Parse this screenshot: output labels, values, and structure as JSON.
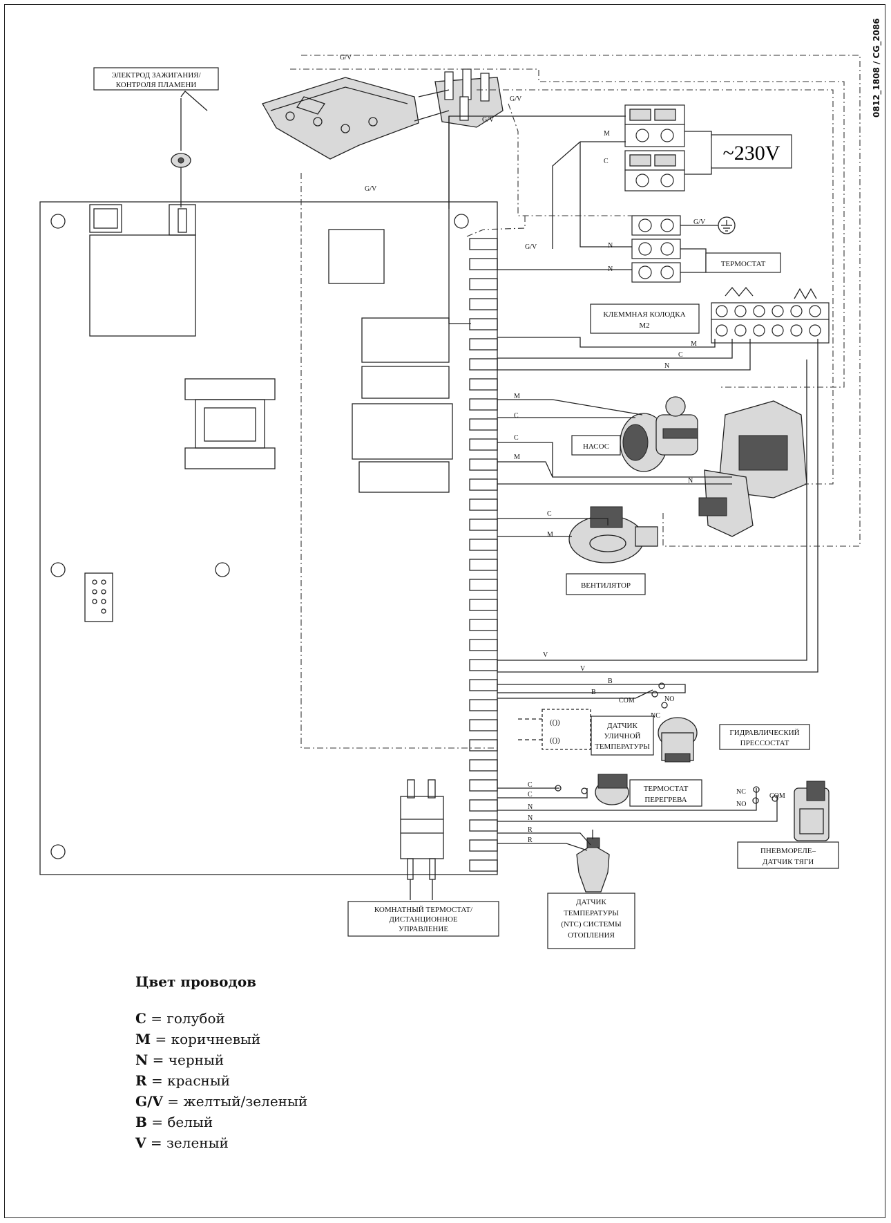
{
  "doc_id": "0812_1808 / CG_2086",
  "labels": {
    "electrode": [
      "ЭЛЕКТРОД ЗАЖИГАНИЯ/",
      "КОНТРОЛЯ ПЛАМЕНИ"
    ],
    "voltage": "~230V",
    "thermostat": "ТЕРМОСТАТ",
    "terminal_block": [
      "КЛЕММНАЯ КОЛОДКА",
      "М2"
    ],
    "pump": "НАСОС",
    "fan": "ВЕНТИЛЯТОР",
    "outdoor_sensor": [
      "ДАТЧИК",
      "УЛИЧНОЙ",
      "ТЕМПЕРАТУРЫ"
    ],
    "hydro_switch": [
      "ГИДРАВЛИЧЕСКИЙ",
      "ПРЕССОСТАТ"
    ],
    "overheat": [
      "ТЕРМОСТАТ",
      "ПЕРЕГРЕВА"
    ],
    "pneumo": [
      "ПНЕВМОРЕЛЕ–",
      "ДАТЧИК ТЯГИ"
    ],
    "room_thermostat": [
      "КОМНАТНЫЙ ТЕРМОСТАТ/",
      "ДИСТАНЦИОННОЕ",
      "УПРАВЛЕНИЕ"
    ],
    "ntc_sensor": [
      "ДАТЧИК",
      "ТЕМПЕРАТУРЫ",
      "(NTC) СИСТЕМЫ",
      "ОТОПЛЕНИЯ"
    ]
  },
  "wire_codes": {
    "gv": "G/V",
    "m": "M",
    "c": "C",
    "n": "N",
    "v": "V",
    "b": "B",
    "r": "R",
    "com": "COM",
    "no": "NO",
    "nc": "NC"
  },
  "legend": {
    "title": "Цвет проводов",
    "items": [
      {
        "code": "C",
        "color": "голубой"
      },
      {
        "code": "M",
        "color": "коричневый"
      },
      {
        "code": "N",
        "color": "черный"
      },
      {
        "code": "R",
        "color": "красный"
      },
      {
        "code": "G/V",
        "color": "желтый/зеленый"
      },
      {
        "code": "B",
        "color": "белый"
      },
      {
        "code": "V",
        "color": "зеленый"
      }
    ]
  }
}
